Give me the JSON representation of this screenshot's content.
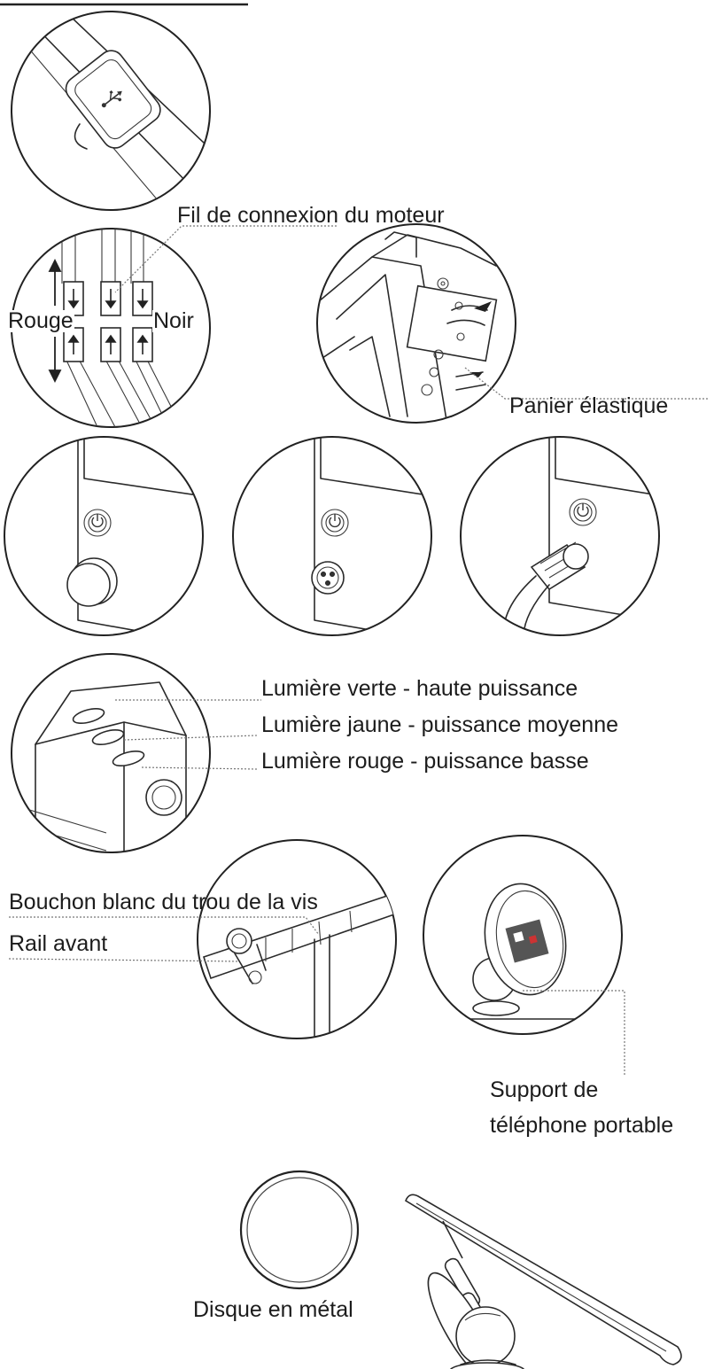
{
  "labels": {
    "motor_wire": "Fil de connexion du moteur",
    "red": "Rouge",
    "black": "Noir",
    "elastic_basket": "Panier élastique",
    "green_light": "Lumière verte - haute puissance",
    "yellow_light": "Lumière jaune - puissance moyenne",
    "red_light": "Lumière rouge - puissance basse",
    "screw_cap": "Bouchon blanc du trou de la vis",
    "front_rail": "Rail avant",
    "phone_support_line1": "Support de",
    "phone_support_line2": "téléphone portable",
    "metal_disc": "Disque en métal"
  },
  "icons": {
    "usb_port": "usb-icon",
    "power_button": "power-icon"
  }
}
